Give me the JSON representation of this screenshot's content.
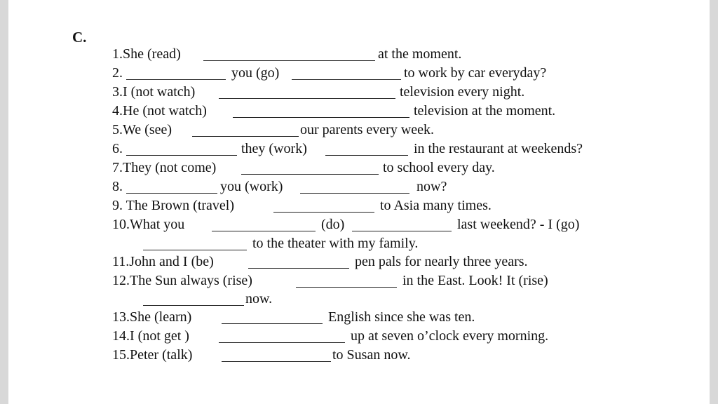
{
  "heading": "C.",
  "lines": [
    {
      "t1": "1.She (read)",
      "t2": "at the moment."
    },
    {
      "t1": "2.",
      "t2": "you (go)",
      "t3": "to work by car everyday?"
    },
    {
      "t1": "3.I (not watch)",
      "t2": "television every night."
    },
    {
      "t1": "4.He (not watch)",
      "t2": "television at the moment."
    },
    {
      "t1": "5.We (see)",
      "t2": "our parents every week."
    },
    {
      "t1": "6.",
      "t2": "they (work)",
      "t3": "in the restaurant at weekends?"
    },
    {
      "t1": "7.They (not come)",
      "t2": "to school every day."
    },
    {
      "t1": "8.",
      "t2": "you (work)",
      "t3": "now?"
    },
    {
      "t1": "9.  The Brown (travel)",
      "t2": "to Asia many times."
    },
    {
      "t1": "10.What you",
      "t2": "(do)",
      "t3": "last weekend? - I (go)"
    },
    {
      "t2": "to the theater with my family."
    },
    {
      "t1": "11.John and I (be)",
      "t2": "pen pals for nearly three years."
    },
    {
      "t1": "12.The Sun always (rise)",
      "t2": "in the East. Look! It (rise)"
    },
    {
      "t2": "now."
    },
    {
      "t1": "13.She (learn)",
      "t2": "English since she was ten."
    },
    {
      "t1": "14.I (not get )",
      "t2": "up at seven o’clock every morning."
    },
    {
      "t1": "15.Peter (talk)",
      "t2": "to Susan now."
    }
  ]
}
